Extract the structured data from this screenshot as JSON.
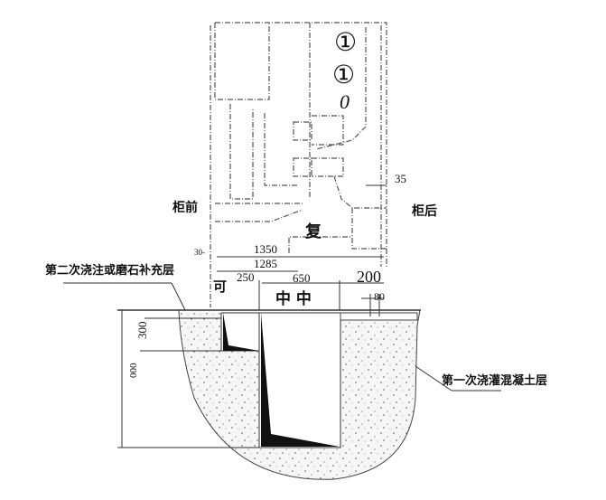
{
  "labels": {
    "circle_1a": "①",
    "circle_1b": "①",
    "zero_mark": "0",
    "dim_35": "35",
    "front": "柜前",
    "rear": "柜后",
    "fu": "复",
    "dim_30": "30-",
    "dim_1350": "1350",
    "dim_1285": "1285",
    "second_pour": "第二次浇注或磨石补充层",
    "ke": "可",
    "dim_250": "250",
    "dim_650": "650",
    "dim_200": "200",
    "zhong": "中 中",
    "dim_80": "80",
    "dim_300": "300",
    "dim_000": "000",
    "first_pour": "第一次浇灌混凝土层"
  },
  "colors": {
    "line": "#333333",
    "fill": "#111111",
    "concrete": "#f4f4f4"
  }
}
